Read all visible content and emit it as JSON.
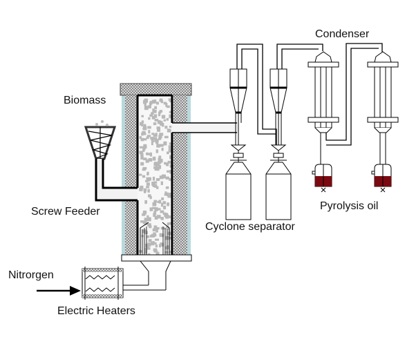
{
  "labels": {
    "biomass": "Biomass",
    "screw_feeder": "Screw Feeder",
    "cyclone_separator": "Cyclone separator",
    "condenser": "Condenser",
    "pyrolysis_oil": "Pyrolysis oil",
    "nitrogen": "Nitrorgen",
    "electric_heaters": "Electric Heaters"
  },
  "colors": {
    "oil": "#7a0a10",
    "insulation": "#d8d8d8",
    "outer_wall": "#b9d8dc",
    "particles": "#b8b8b8"
  }
}
